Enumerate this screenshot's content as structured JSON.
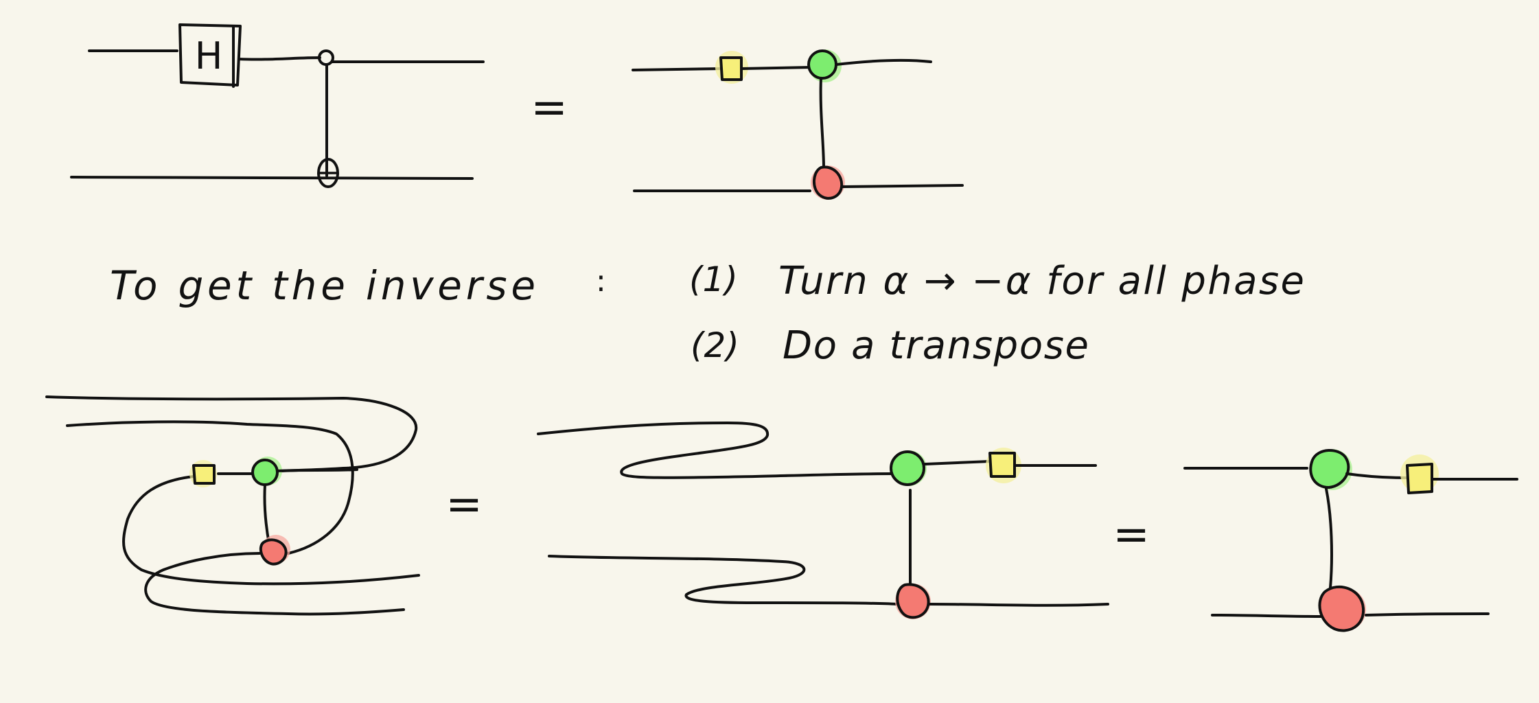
{
  "notes": {
    "equals_sign": "=",
    "line_intro": "To get the inverse",
    "intro_colon": ":",
    "step1_number": "(1)",
    "step1_text": "Turn α → −α for all phase",
    "step2_number": "(2)",
    "step2_text": "Do a transpose"
  },
  "gates": {
    "hadamard_label": "H"
  },
  "colors": {
    "background": "#f8f6ec",
    "ink": "#111111",
    "green_spider": "#7ded6f",
    "red_spider": "#f47a72",
    "yellow_box": "#f7ef7a",
    "yellow_halo": "#f4f0a0",
    "green_halo": "#a8f08f",
    "red_halo": "#f7a8a0"
  }
}
